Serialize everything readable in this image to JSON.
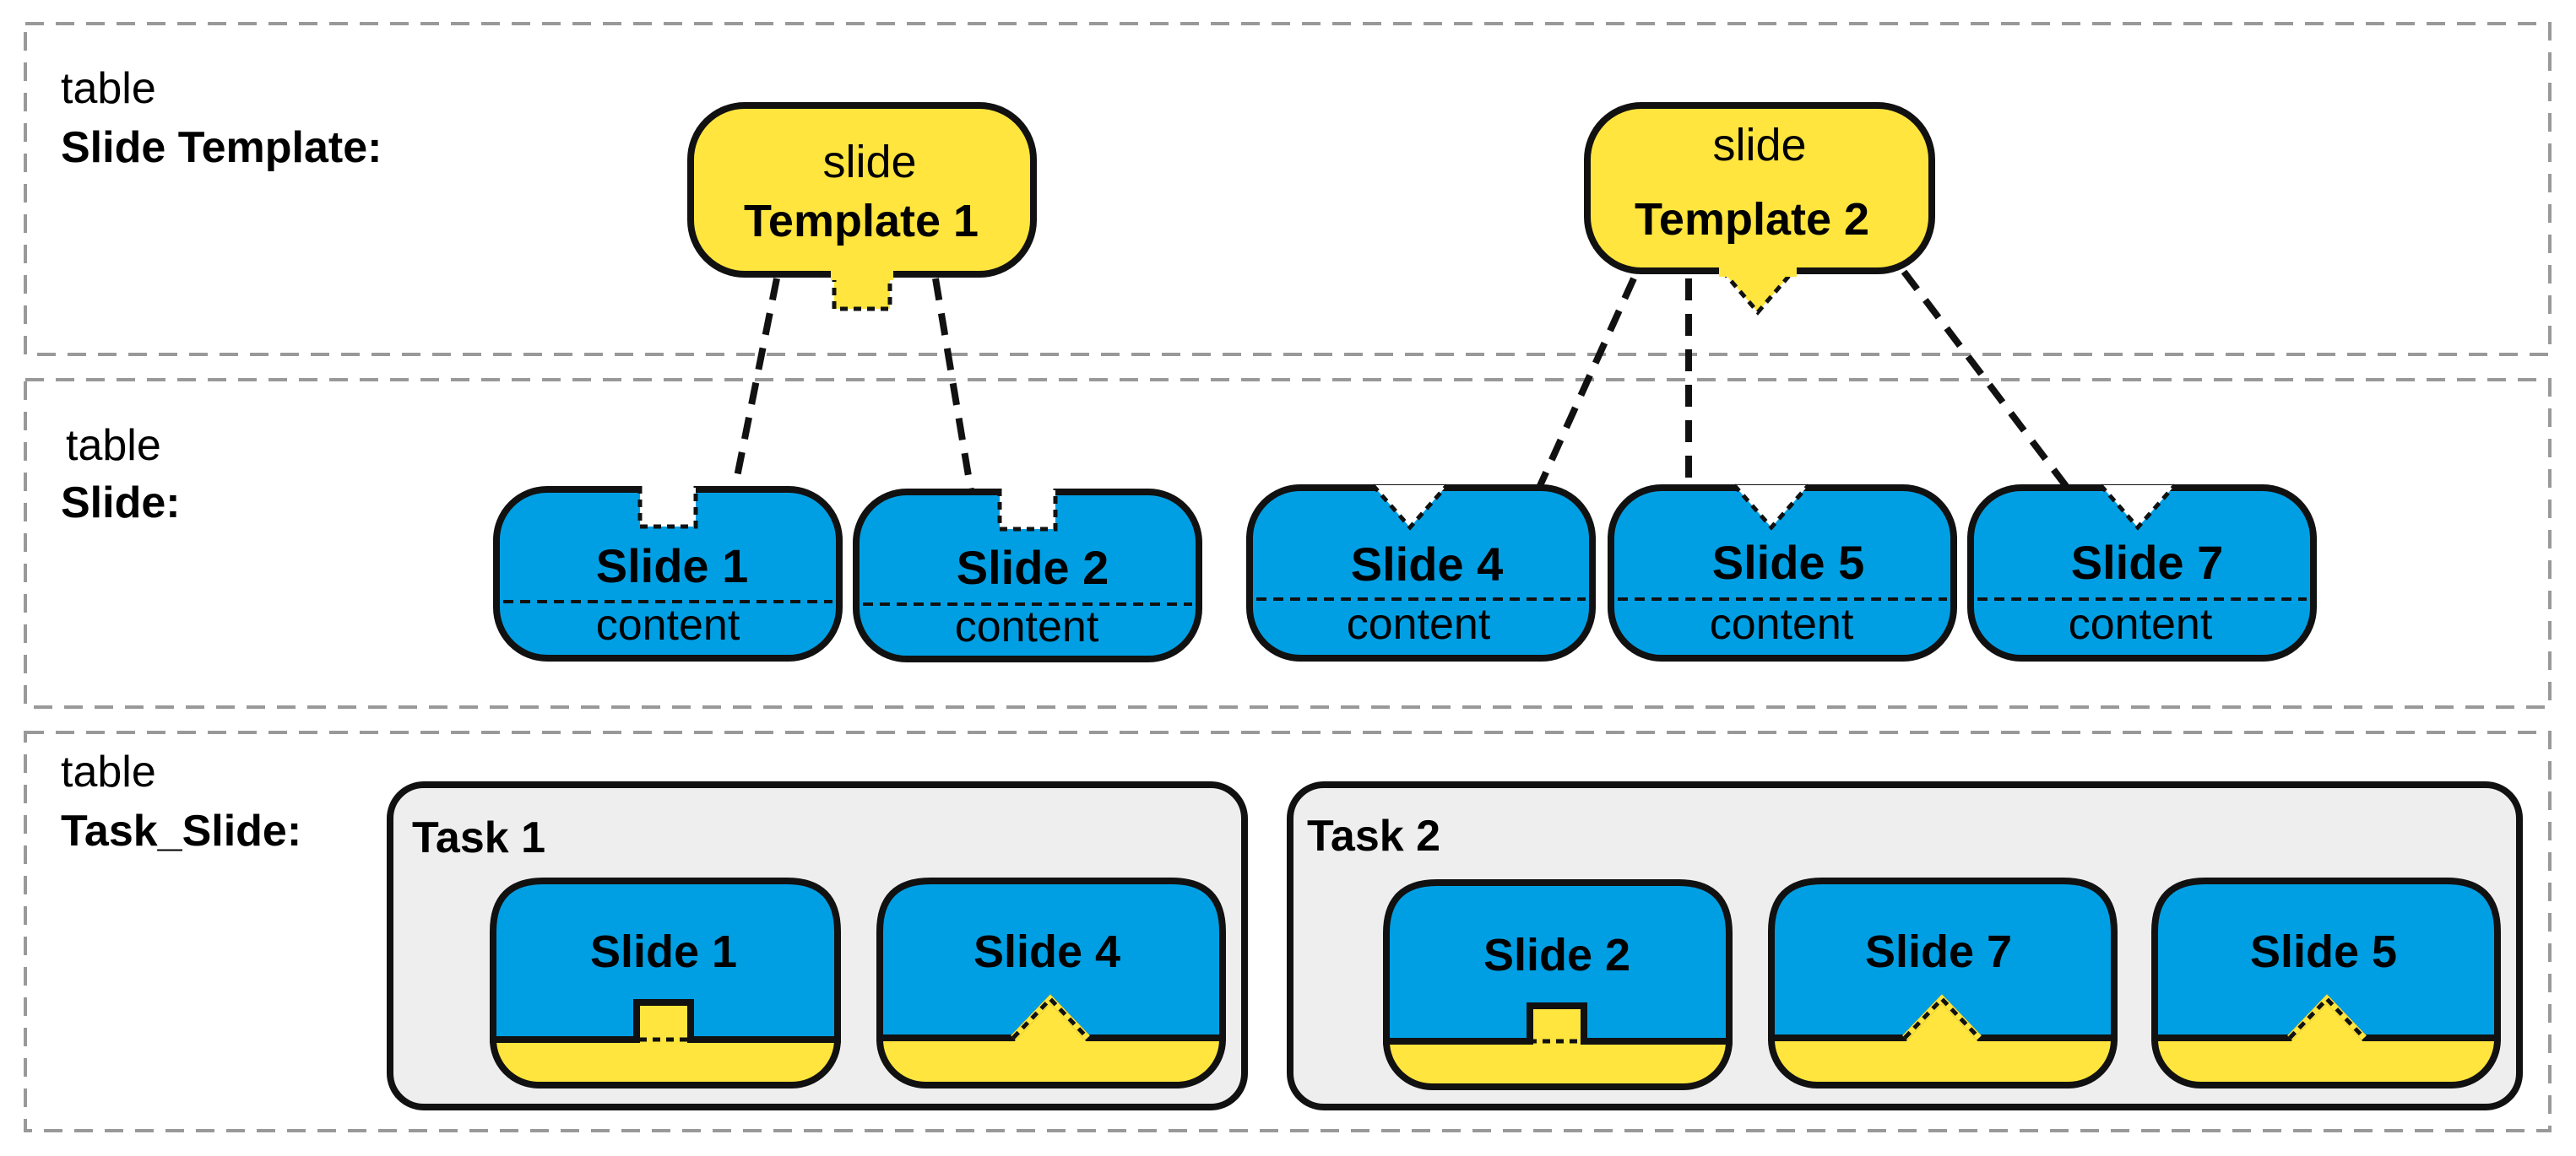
{
  "colors": {
    "template_fill": "#FFE53D",
    "slide_fill": "#009FE3",
    "task_fill": "#EEEEEE",
    "outline": "#111111",
    "row_border": "#999999"
  },
  "rows": {
    "template": {
      "prefix": "table",
      "name": "Slide Template:"
    },
    "slide": {
      "prefix": "table",
      "name": "Slide:"
    },
    "task_slide": {
      "prefix": "table",
      "name": "Task_Slide:"
    }
  },
  "templates": [
    {
      "kind": "slide",
      "name": "Template 1",
      "connector": "notch"
    },
    {
      "kind": "slide",
      "name": "Template 2",
      "connector": "triangle"
    }
  ],
  "slides": [
    {
      "title": "Slide 1",
      "content": "content",
      "connector": "notch"
    },
    {
      "title": "Slide 2",
      "content": "content",
      "connector": "notch"
    },
    {
      "title": "Slide 4",
      "content": "content",
      "connector": "triangle"
    },
    {
      "title": "Slide 5",
      "content": "content",
      "connector": "triangle"
    },
    {
      "title": "Slide 7",
      "content": "content",
      "connector": "triangle"
    }
  ],
  "tasks": [
    {
      "name": "Task 1",
      "slides": [
        {
          "title": "Slide 1",
          "connector": "notch"
        },
        {
          "title": "Slide 4",
          "connector": "triangle"
        }
      ]
    },
    {
      "name": "Task 2",
      "slides": [
        {
          "title": "Slide 2",
          "connector": "notch"
        },
        {
          "title": "Slide 7",
          "connector": "triangle"
        },
        {
          "title": "Slide 5",
          "connector": "triangle"
        }
      ]
    }
  ]
}
